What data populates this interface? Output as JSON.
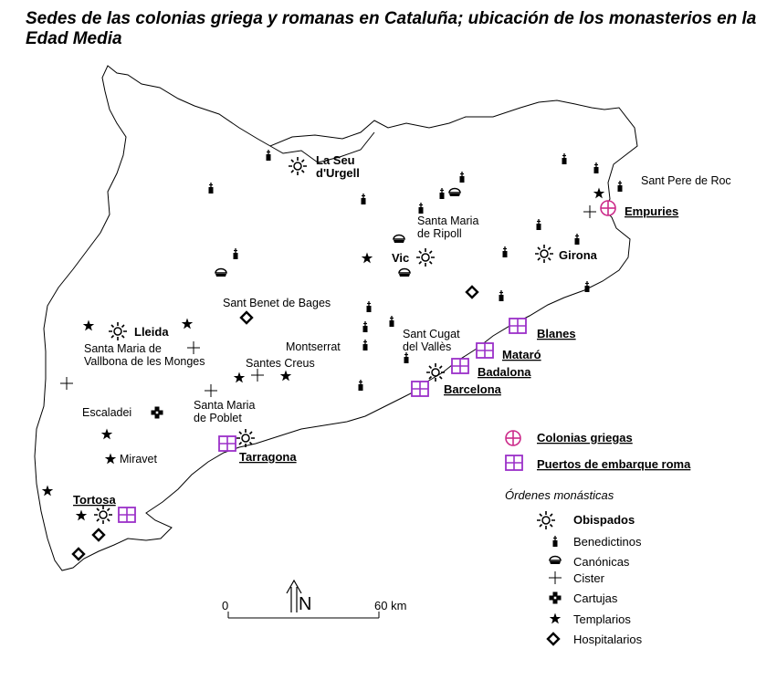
{
  "title": "Sedes de las colonias griega y romanas en Cataluña; ubicación de los monasterios en la Edad Media",
  "places": {
    "la_seu_1": "La Seu",
    "la_seu_2": "d'Urgell",
    "sant_pere": "Sant Pere de Roc",
    "empuries": "Empuries",
    "ripoll_1": "Santa Maria",
    "ripoll_2": "de Ripoll",
    "vic": "Vic",
    "girona": "Girona",
    "sant_benet": "Sant Benet de Bages",
    "lleida": "Lleida",
    "blanes": "Blanes",
    "sant_cugat_1": "Sant Cugat",
    "sant_cugat_2": "del Vallès",
    "montserrat": "Montserrat",
    "mataro": "Mataró",
    "vallbona_1": "Santa Maria de",
    "vallbona_2": "Vallbona de les Monges",
    "santes_creus": "Santes Creus",
    "badalona": "Badalona",
    "barcelona": "Barcelona",
    "escaladei": "Escaladei",
    "poblet_1": "Santa Maria",
    "poblet_2": "de Poblet",
    "miravet": "Miravet",
    "tarragona": "Tarragona",
    "tortosa": "Tortosa"
  },
  "legend": {
    "colonias": "Colonias griegas",
    "puertos": "Puertos de embarque roma",
    "ordenes": "Órdenes monásticas",
    "obispados": "Obispados",
    "benedictinos": "Benedictinos",
    "canonicas": "Canónicas",
    "cister": "Cister",
    "cartujas": "Cartujas",
    "templarios": "Templarios",
    "hospitalarios": "Hospitalarios"
  },
  "scale": {
    "start": "0",
    "end": "60 km",
    "north": "N"
  },
  "colors": {
    "greek_colony": "#cc2a8a",
    "roman_port": "#9b30c8",
    "ink": "#000000"
  },
  "icons": {
    "obispado": "sun-icon",
    "benedictino": "benedictine-icon",
    "canonica": "canonical-icon",
    "cister": "cross-icon",
    "cartuja": "cartuja-icon",
    "templario": "star-icon",
    "hospitalario": "diamond-icon",
    "colonia": "circle-cross-icon",
    "puerto": "grid-square-icon"
  }
}
